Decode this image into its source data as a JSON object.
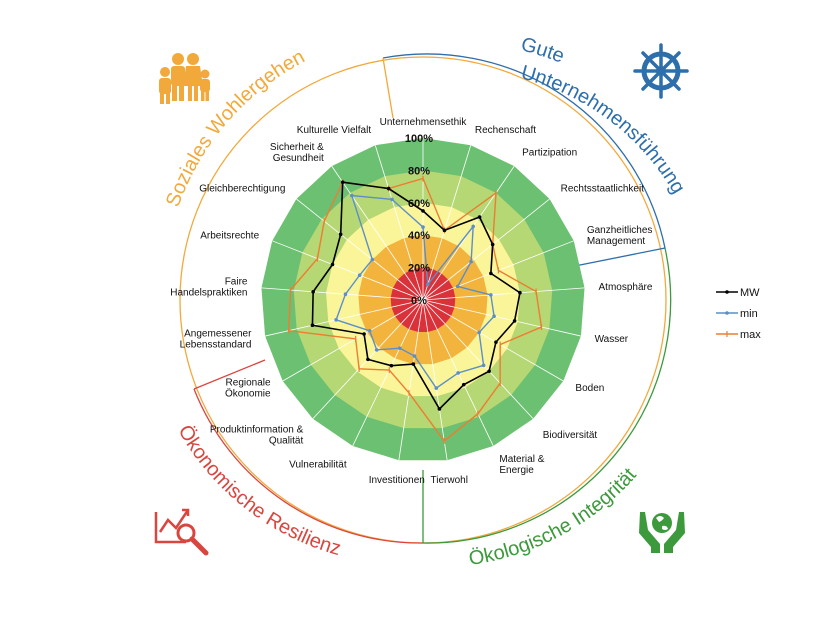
{
  "chart_data": {
    "type": "radar",
    "title": "",
    "axes": [
      "Unternehmensethik",
      "Rechenschaft",
      "Partizipation",
      "Rechtsstaatlichkeit",
      "Ganzheitliches Management",
      "Atmosphäre",
      "Wasser",
      "Boden",
      "Biodiversität",
      "Material & Energie",
      "Tierwohl",
      "Investitionen",
      "Vulnerabilität",
      "Produktinformation & Qualität",
      "Regionale Ökonomie",
      "Angemessener Lebensstandard",
      "Faire Handelspraktiken",
      "Arbeitsrechte",
      "Gleichberechtigung",
      "Sicherheit & Gesundheit",
      "Kulturelle Vielfalt"
    ],
    "ticks": [
      "0%",
      "20%",
      "40%",
      "60%",
      "80%",
      "100%"
    ],
    "rlim": [
      0,
      100
    ],
    "bands": [
      {
        "from": 0,
        "to": 20,
        "color": "#d9323a"
      },
      {
        "from": 20,
        "to": 40,
        "color": "#f3b43d"
      },
      {
        "from": 40,
        "to": 60,
        "color": "#fbf59a"
      },
      {
        "from": 60,
        "to": 80,
        "color": "#b5d774"
      },
      {
        "from": 80,
        "to": 100,
        "color": "#6cc071"
      }
    ],
    "series": [
      {
        "name": "MW",
        "color": "#000000",
        "values": [
          55,
          45,
          62,
          55,
          45,
          60,
          58,
          52,
          60,
          58,
          68,
          40,
          45,
          50,
          42,
          70,
          68,
          60,
          65,
          88,
          72
        ]
      },
      {
        "name": "min",
        "color": "#5b8fc8",
        "values": [
          45,
          10,
          55,
          38,
          23,
          42,
          45,
          40,
          55,
          50,
          55,
          35,
          33,
          42,
          38,
          55,
          48,
          42,
          40,
          78,
          65
        ]
      },
      {
        "name": "max",
        "color": "#ed7d31",
        "values": [
          75,
          45,
          80,
          55,
          50,
          70,
          75,
          55,
          70,
          78,
          88,
          58,
          48,
          58,
          48,
          85,
          82,
          70,
          78,
          88,
          72
        ]
      }
    ],
    "legend": "right",
    "grid": true
  },
  "dimensions": [
    {
      "title": "Soziales Wohlergehen",
      "color": "#f2a93b",
      "icon": "family-icon"
    },
    {
      "title_lines": [
        "Gute",
        "Unternehmensführung"
      ],
      "color": "#2e6eab",
      "icon": "ship-wheel-icon"
    },
    {
      "title": "Ökologische Integrität",
      "color": "#3c9a3c",
      "icon": "globe-hands-icon"
    },
    {
      "title": "Ökonomische Resilienz",
      "color": "#d9463f",
      "icon": "chart-magnifier-icon"
    }
  ]
}
